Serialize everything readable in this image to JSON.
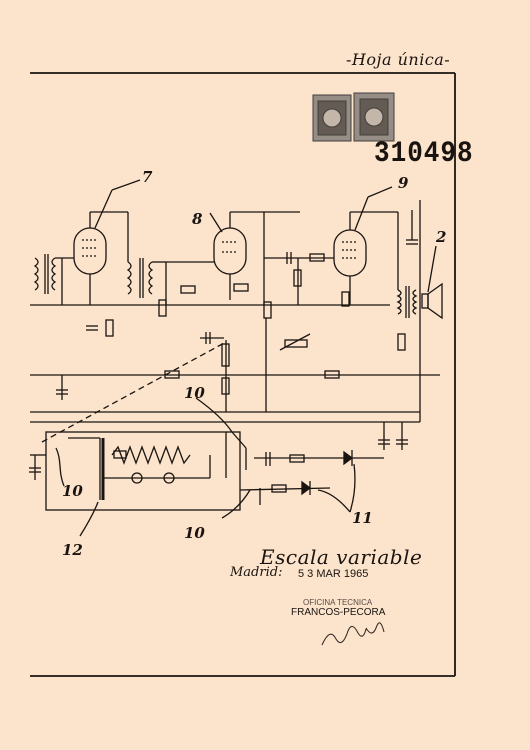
{
  "header": {
    "sheet_note": "-Hoja única-",
    "patent_number": "310498"
  },
  "diagram": {
    "component_labels": [
      "7",
      "8",
      "9",
      "2",
      "10",
      "10",
      "10",
      "12",
      "11"
    ]
  },
  "footer": {
    "caption": "Escala variable",
    "place": "Madrid:",
    "date": "5 3 MAR 1965",
    "office_line": "OFICINA TECNICA",
    "office_name": "FRANCOS-PECORA",
    "signature": "Signature"
  },
  "colors": {
    "paper": "#fbe3cc",
    "ink": "#1a1410"
  }
}
